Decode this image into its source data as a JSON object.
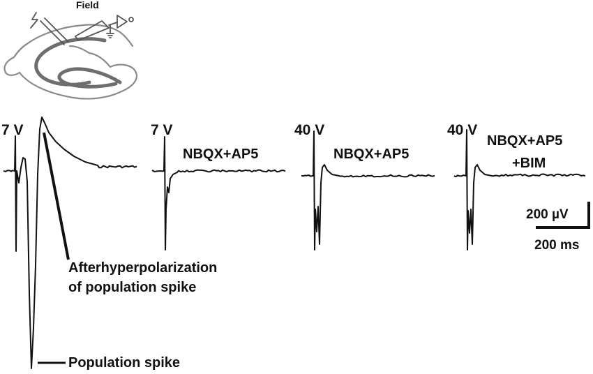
{
  "inset": {
    "label": "Field",
    "colors": {
      "slice": "#8a8a8a",
      "electrode": "#666666"
    }
  },
  "panels": [
    {
      "stimulus": "7 V",
      "condition": ""
    },
    {
      "stimulus": "7 V",
      "condition": "NBQX+AP5"
    },
    {
      "stimulus": "40 V",
      "condition": "NBQX+AP5"
    },
    {
      "stimulus": "40 V",
      "condition": "NBQX+AP5",
      "condition_line2": "+BIM"
    }
  ],
  "annotations": {
    "ahp_line1": "Afterhyperpolarization",
    "ahp_line2": "of population spike",
    "pop_spike": "Population spike"
  },
  "scale_bar": {
    "amplitude": "200 µV",
    "time": "200 ms"
  },
  "colors": {
    "trace": "#111111",
    "text": "#111111"
  }
}
